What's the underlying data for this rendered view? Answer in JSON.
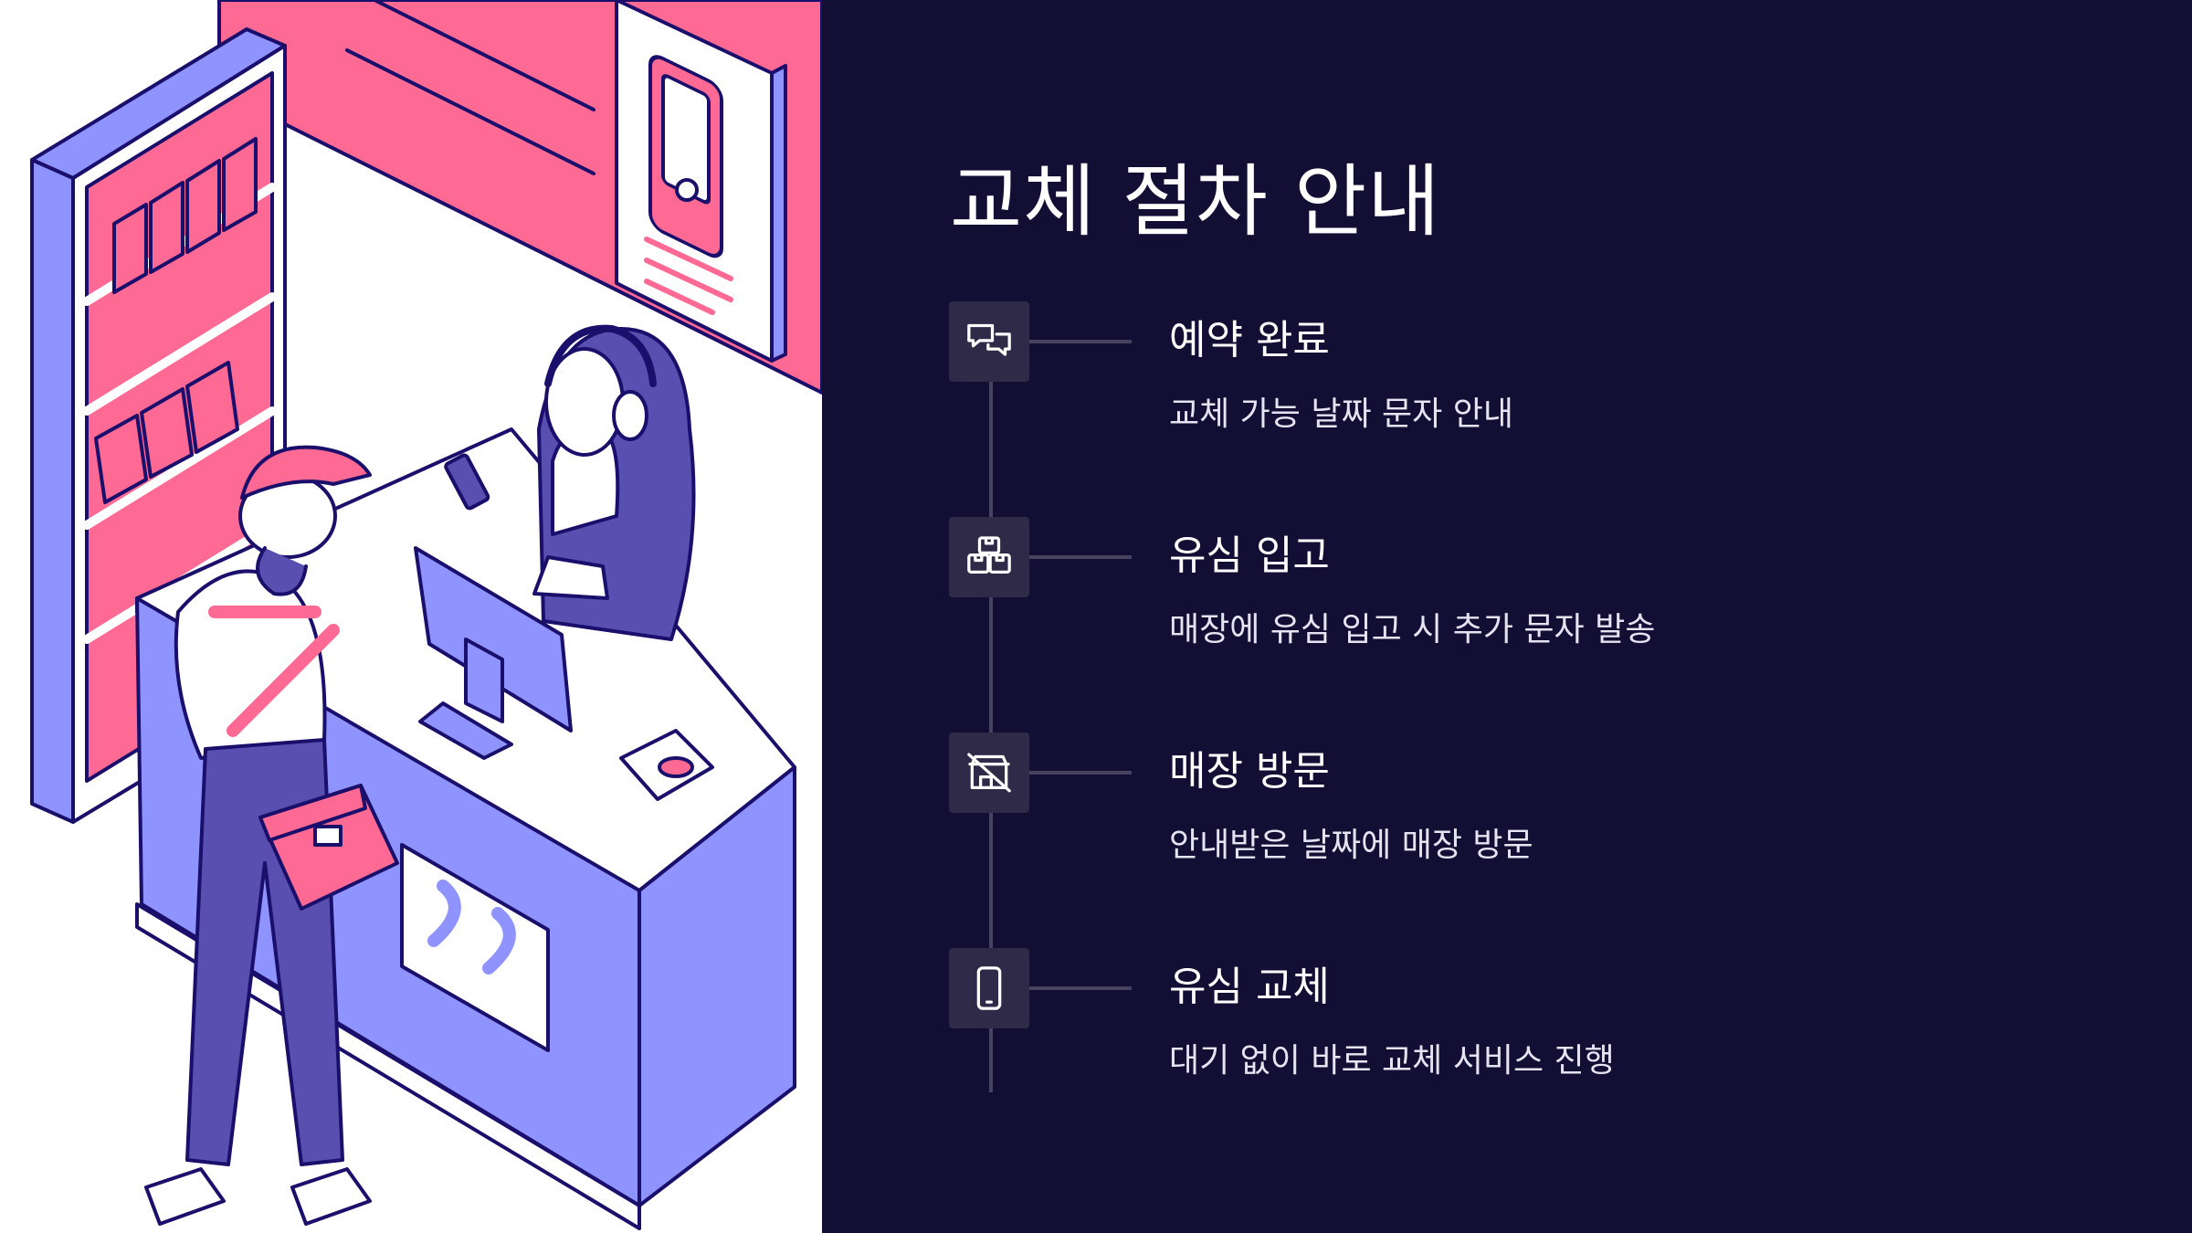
{
  "colors": {
    "panel_background": "#130e34",
    "icon_tile": "#2e2a48",
    "timeline_line": "#46425f",
    "illustration_pink": "#fe6a94",
    "illustration_periwinkle": "#8e93fe",
    "illustration_navy": "#1a0f6b"
  },
  "title": "교체 절차 안내",
  "steps": [
    {
      "icon": "chat-bubbles-icon",
      "title": "예약 완료",
      "description": "교체 가능 날짜 문자 안내"
    },
    {
      "icon": "boxes-icon",
      "title": "유심 입고",
      "description": "매장에 유심 입고 시 추가 문자 발송"
    },
    {
      "icon": "store-off-icon",
      "title": "매장 방문",
      "description": "안내받은 날짜에 매장 방문"
    },
    {
      "icon": "smartphone-icon",
      "title": "유심 교체",
      "description": "대기 없이 바로 교체 서비스 진행"
    }
  ]
}
